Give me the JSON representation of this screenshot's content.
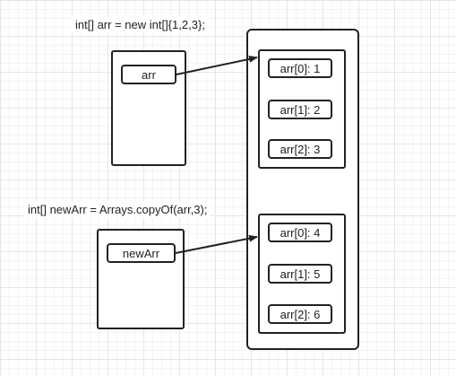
{
  "code": {
    "line1": "int[] arr = new int[]{1,2,3};",
    "line2": "int[] newArr = Arrays.copyOf(arr,3);"
  },
  "variables": {
    "arr": "arr",
    "newArr": "newArr"
  },
  "heap": {
    "array1": [
      "arr[0]: 1",
      "arr[1]: 2",
      "arr[2]: 3"
    ],
    "array2": [
      "arr[0]: 4",
      "arr[1]: 5",
      "arr[2]: 6"
    ]
  }
}
